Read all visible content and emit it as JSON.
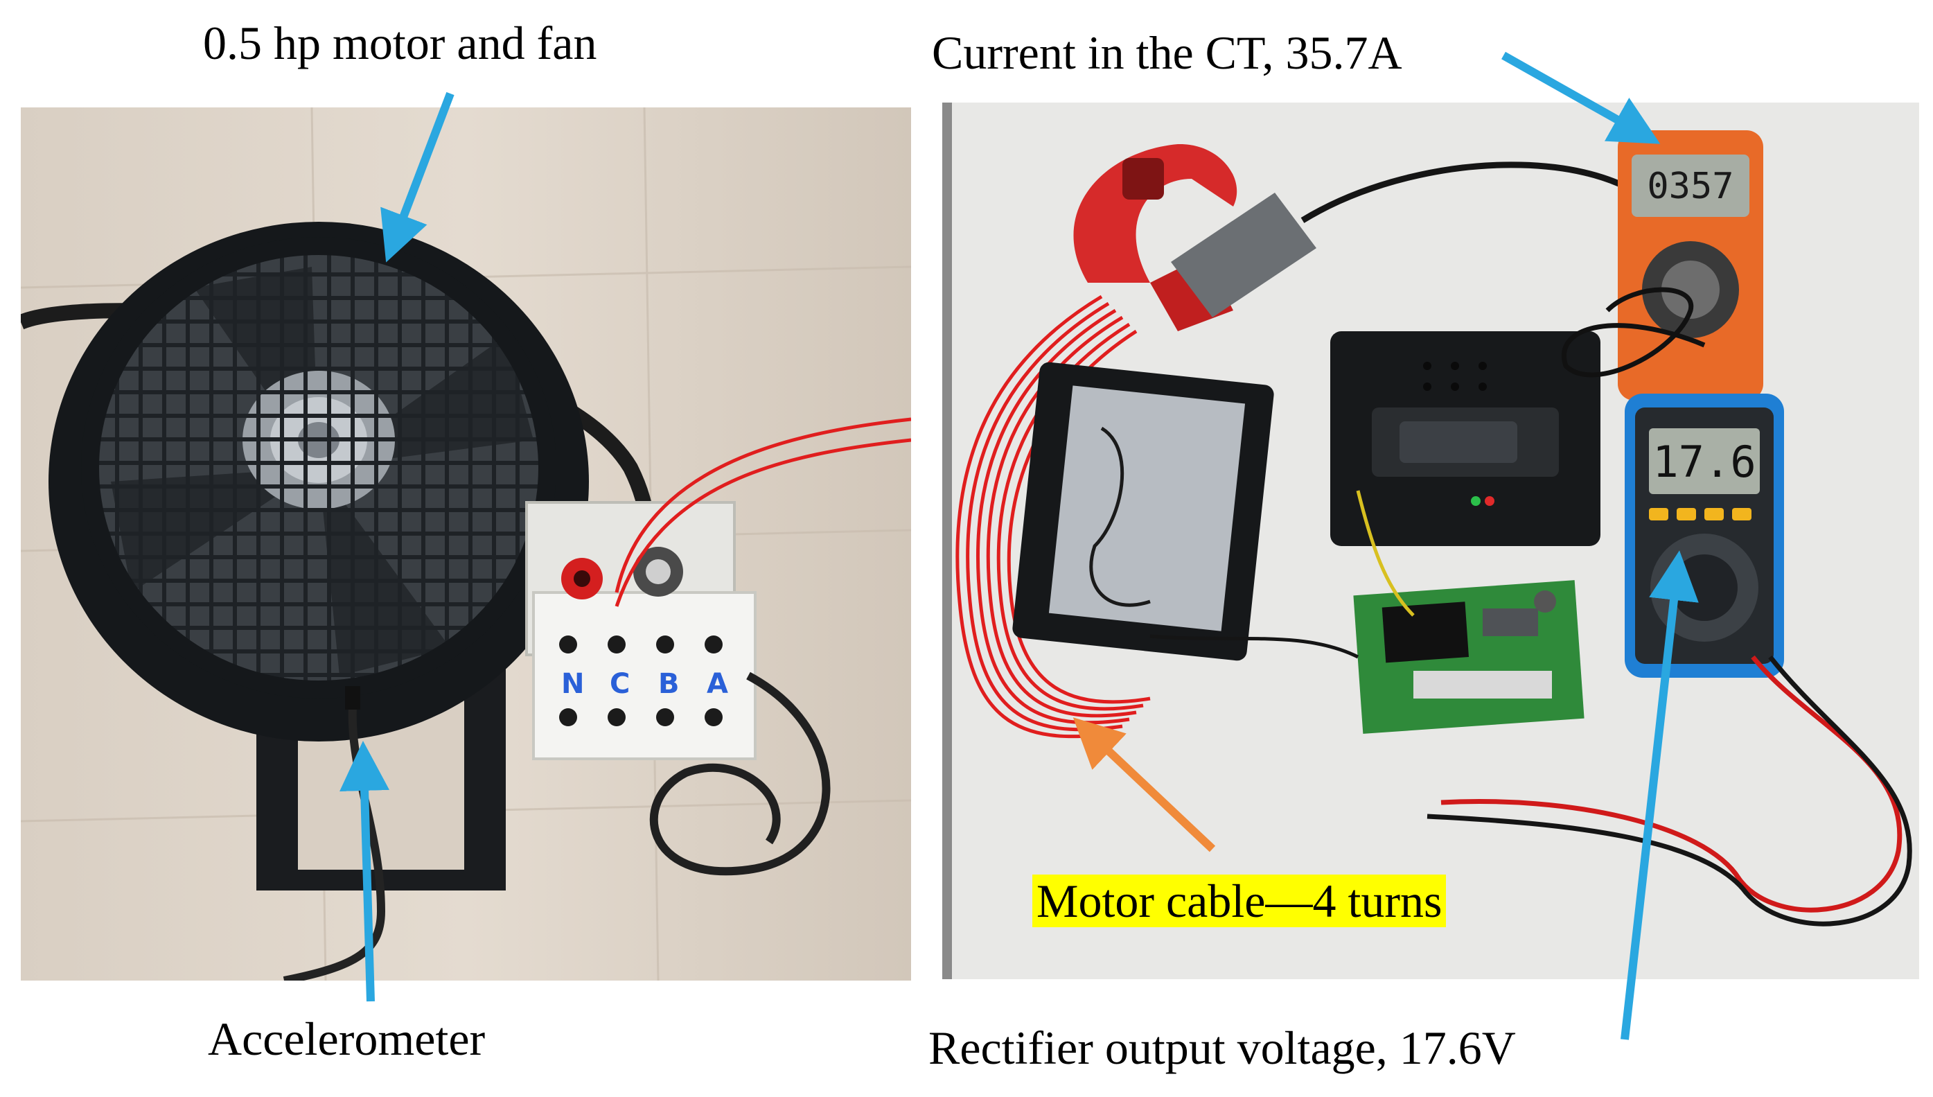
{
  "annotations": {
    "motor_fan": "0.5 hp motor and fan",
    "accelerometer": "Accelerometer",
    "ct_current": "Current in the CT, 35.7A",
    "motor_cable": "Motor cable—4 turns",
    "rectifier_voltage": "Rectifier output voltage, 17.6V"
  },
  "instruments": {
    "ct_meter_reading": "0357",
    "voltmeter_reading": "17.6"
  },
  "terminal_labels": [
    "N",
    "C",
    "B",
    "A"
  ],
  "colors": {
    "arrow_blue": "#2aa7e0",
    "arrow_orange": "#f08a3a",
    "highlight": "#ffff00",
    "cable_red": "#e01e1e"
  }
}
